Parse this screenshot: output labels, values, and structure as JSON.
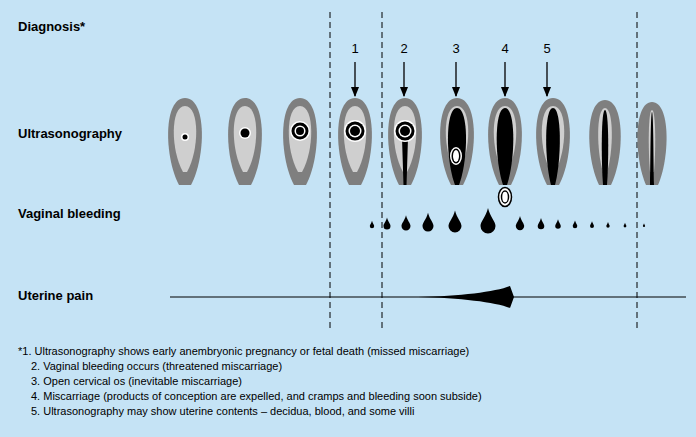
{
  "diagram": {
    "labels": [
      "Diagnosis*",
      "1",
      "2",
      "3",
      "4",
      "5",
      "Ultrasonography",
      "Vaginal bleeding",
      "Uterine pain",
      "*1. Ultrasonography shows early anembryonic pregnancy or fetal death (missed miscarriage)",
      "2. Vaginal bleeding occurs (threatened miscarriage)",
      "3. Open cervical os (inevitable miscarriage)",
      "4. Miscarriage (products of conception are expelled, and cramps and bleeding soon subside)",
      "5. Ultrasonography may show uterine contents – decidua, blood, and some villi"
    ]
  }
}
